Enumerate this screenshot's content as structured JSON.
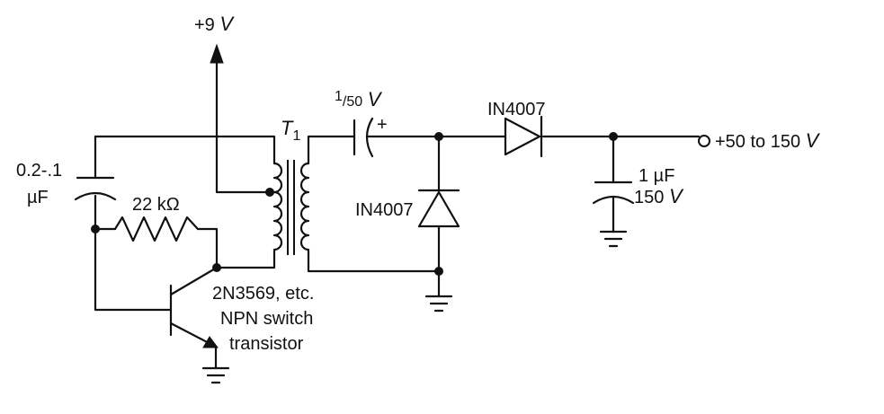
{
  "supply": {
    "value": "+9",
    "unit": "V"
  },
  "transformer": {
    "letter": "T",
    "subscript": "1"
  },
  "coupling_cap": {
    "numerator": "1",
    "denominator": "50",
    "unit": "V",
    "polarity": "+"
  },
  "series_diode": {
    "label": "IN4007"
  },
  "shunt_diode": {
    "label": "IN4007"
  },
  "output": {
    "text": "+50 to 150",
    "unit": "V"
  },
  "output_cap": {
    "value": "1 µF",
    "voltage": "150",
    "unit": "V"
  },
  "feedback_cap": {
    "line1": "0.2-.1",
    "line2": "µF"
  },
  "resistor": {
    "label": "22 kΩ"
  },
  "transistor": {
    "line1": "2N3569, etc.",
    "line2": "NPN switch",
    "line3": "transistor"
  },
  "colors": {
    "ink": "#111111",
    "background": "#ffffff"
  }
}
